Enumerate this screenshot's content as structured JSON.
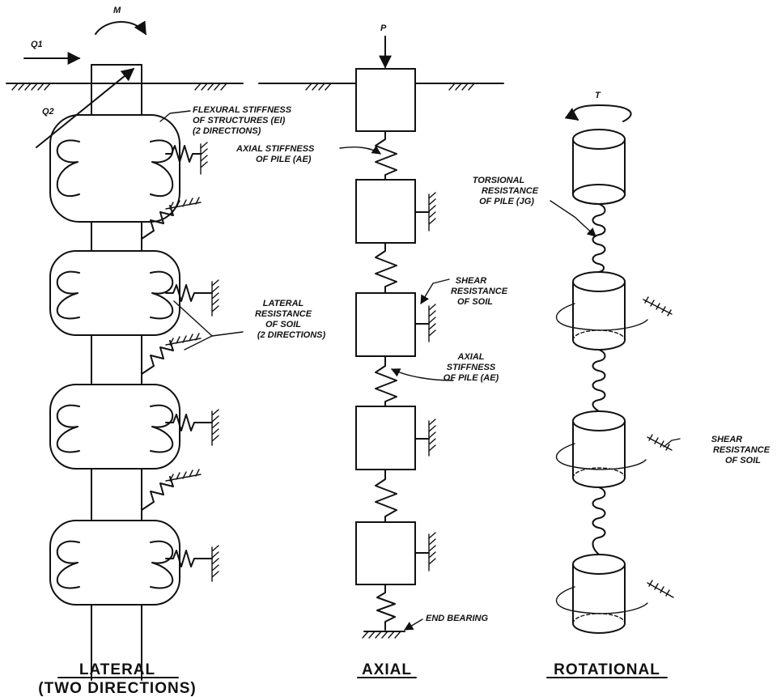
{
  "lateral": {
    "moment": "M",
    "force_q1": "Q1",
    "force_q2": "Q2",
    "flexural_lines": [
      "FLEXURAL STIFFNESS",
      "OF STRUCTURES (EI)",
      "(2 DIRECTIONS)"
    ],
    "lateral_resistance_lines": [
      "LATERAL",
      "RESISTANCE",
      "OF SOIL",
      "(2 DIRECTIONS)"
    ],
    "title": "LATERAL",
    "subtitle": "(TWO DIRECTIONS)"
  },
  "axial": {
    "load": "P",
    "axial_stiffness_top_lines": [
      "AXIAL STIFFNESS",
      "OF PILE (AE)"
    ],
    "shear_lines": [
      "SHEAR",
      "RESISTANCE",
      "OF SOIL"
    ],
    "axial_stiffness_lines": [
      "AXIAL",
      "STIFFNESS",
      "OF PILE (AE)"
    ],
    "end_bearing": "END BEARING",
    "title": "AXIAL"
  },
  "rotational": {
    "torque": "T",
    "torsional_lines": [
      "TORSIONAL",
      "RESISTANCE",
      "OF PILE (JG)"
    ],
    "shear_lines": [
      "SHEAR",
      "RESISTANCE",
      "OF SOIL"
    ],
    "title": "ROTATIONAL"
  }
}
